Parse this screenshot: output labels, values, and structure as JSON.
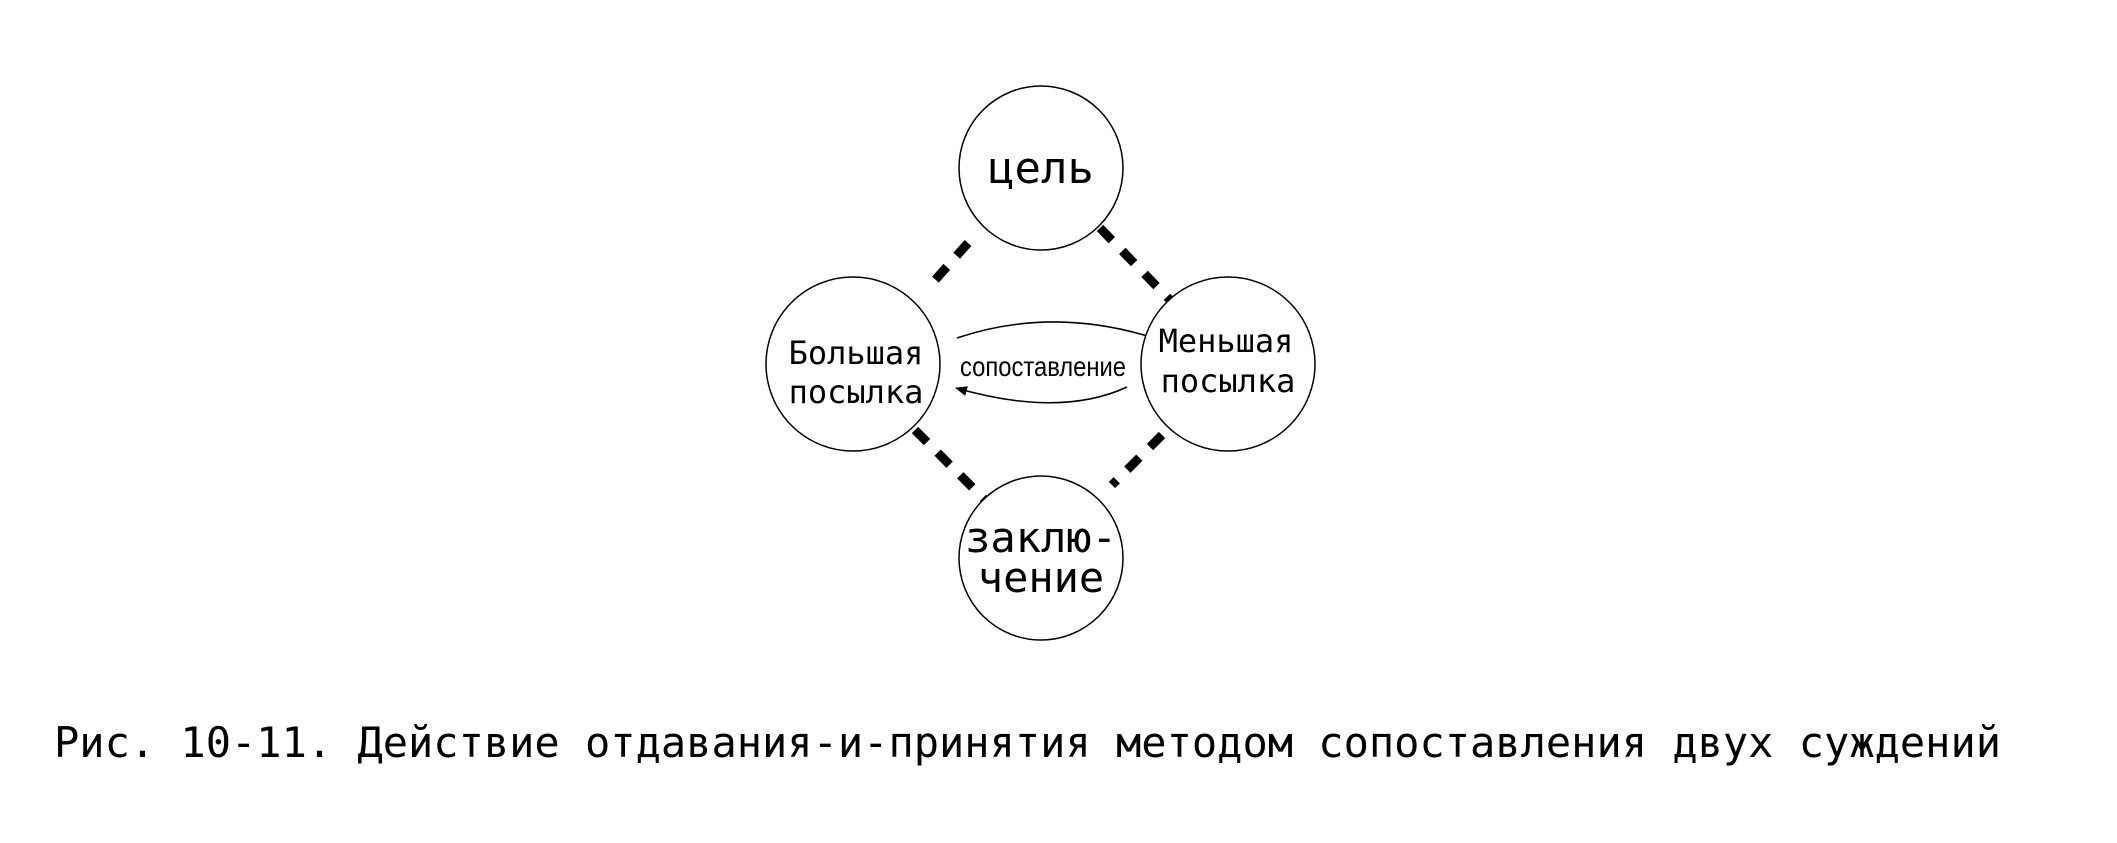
{
  "diagram": {
    "nodes": {
      "goal": {
        "lines": [
          "цель"
        ]
      },
      "major_premise": {
        "lines": [
          "Большая",
          "посылка"
        ]
      },
      "minor_premise": {
        "lines": [
          "Меньшая",
          "посылка"
        ]
      },
      "conclusion": {
        "lines": [
          "заклю-",
          "чение"
        ]
      }
    },
    "comparison_label": "сопоставление"
  },
  "caption": "Рис. 10-11. Действие отдавания-и-принятия методом сопоставления двух суждений",
  "colors": {
    "ink": "#000000",
    "background": "#ffffff"
  }
}
